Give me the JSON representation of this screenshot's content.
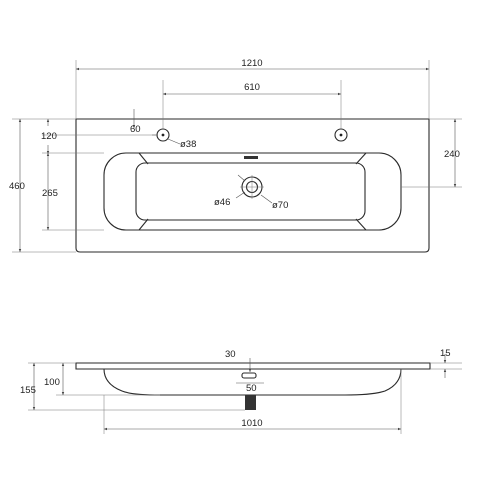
{
  "top_view": {
    "overall_width": "1210",
    "tap_spacing": "610",
    "tap_offset_x": "60",
    "tap_offset_y": "120",
    "tap_hole_diameter": "ø38",
    "basin_depth_y": "240",
    "overall_depth": "460",
    "bowl_depth": "265",
    "drain_diameter_inner": "ø46",
    "drain_diameter_outer": "ø70"
  },
  "side_view": {
    "drain_position": "30",
    "rim_thickness": "15",
    "bowl_height": "100",
    "overall_height": "155",
    "drain_width": "50",
    "bowl_width": "1010"
  }
}
